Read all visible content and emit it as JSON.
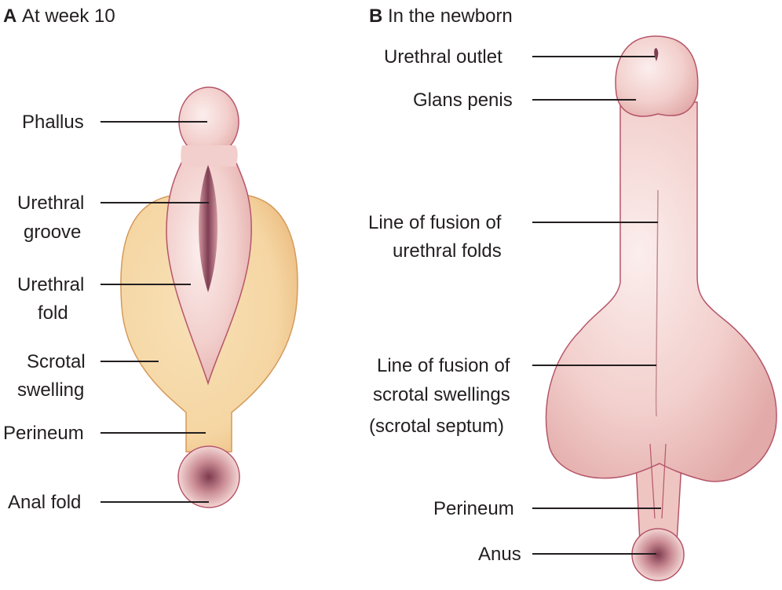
{
  "panel_a": {
    "letter": "A",
    "title": "At week 10",
    "labels": {
      "phallus": "Phallus",
      "urethral_groove": [
        "Urethral",
        "groove"
      ],
      "urethral_fold": [
        "Urethral",
        "fold"
      ],
      "scrotal_swelling": [
        "Scrotal",
        "swelling"
      ],
      "perineum": "Perineum",
      "anal_fold": "Anal fold"
    }
  },
  "panel_b": {
    "letter": "B",
    "title": "In the newborn",
    "labels": {
      "urethral_outlet": "Urethral outlet",
      "glans_penis": "Glans penis",
      "fusion_urethral_folds": [
        "Line of fusion of",
        "urethral folds"
      ],
      "fusion_scrotal_swellings": [
        "Line of fusion of",
        "scrotal swellings",
        "(scrotal septum)"
      ],
      "perineum": "Perineum",
      "anus": "Anus"
    }
  },
  "colors": {
    "tissue_pink": "#f2cfcc",
    "pink_outline": "#b5566a",
    "swelling_tan": "#f5d7a6",
    "tan_outline": "#d49a5a",
    "groove_dark": "#8a4a5c"
  }
}
